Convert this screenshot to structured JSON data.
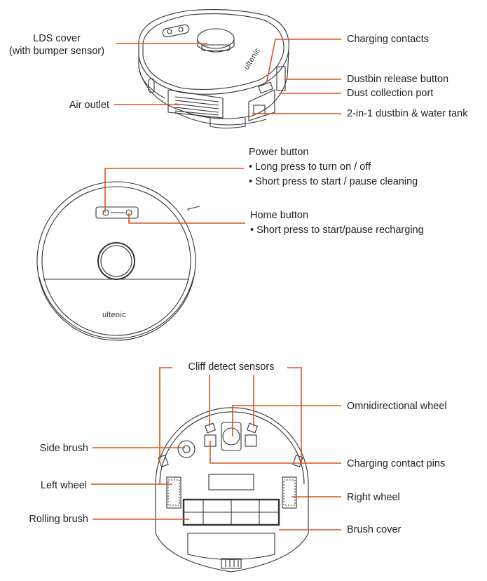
{
  "colors": {
    "leader": "#d9531e",
    "stroke": "#333333"
  },
  "top_view": {
    "lds_cover": [
      "LDS cover",
      "(with bumper sensor)"
    ],
    "air_outlet": "Air outlet",
    "charging_contacts": "Charging contacts",
    "dustbin_release_button": "Dustbin release button",
    "dust_collection_port": "Dust collection port",
    "dustbin_water_tank": "2-in-1 dustbin & water tank",
    "brand": "ultenic"
  },
  "front_view": {
    "power_button": {
      "title": "Power button",
      "lines": [
        "• Long press to turn on / off",
        "• Short press to start / pause cleaning"
      ]
    },
    "home_button": {
      "title": "Home button",
      "lines": [
        "• Short press to start/pause recharging"
      ]
    },
    "brand": "ultenic"
  },
  "bottom_view": {
    "cliff_detect_sensors": "Cliff detect sensors",
    "omnidirectional_wheel": "Omnidirectional wheel",
    "side_brush": "Side brush",
    "charging_contact_pins": "Charging contact pins",
    "left_wheel": "Left wheel",
    "right_wheel": "Right wheel",
    "rolling_brush": "Rolling brush",
    "brush_cover": "Brush cover"
  }
}
